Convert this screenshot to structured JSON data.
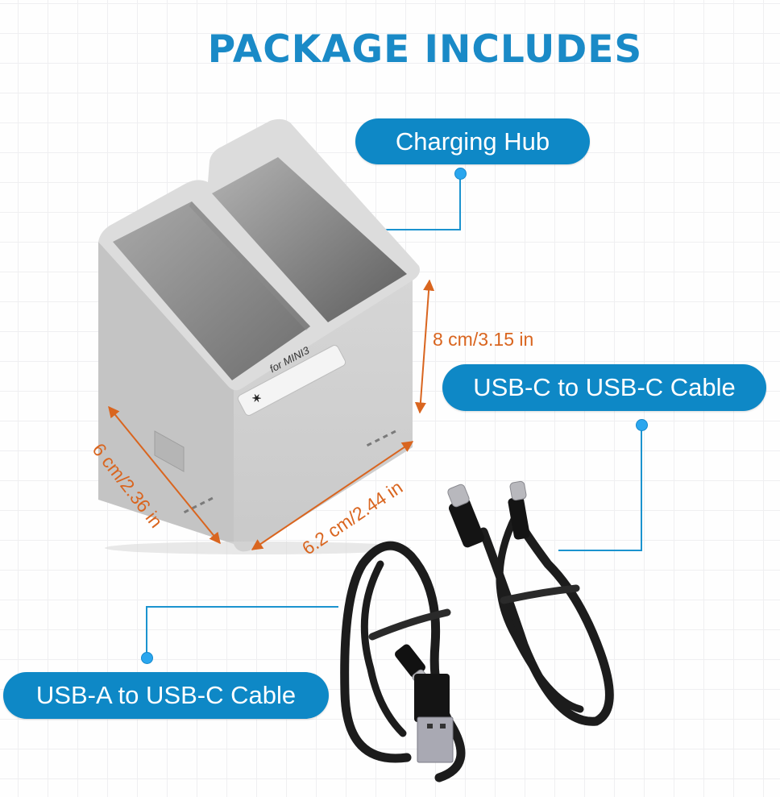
{
  "header": {
    "title": "PACKAGE INCLUDES"
  },
  "callouts": [
    {
      "id": "charging-hub",
      "label": "Charging Hub"
    },
    {
      "id": "usb-c-cable",
      "label": "USB-C to USB-C Cable"
    },
    {
      "id": "usb-a-cable",
      "label": "USB-A to USB-C Cable"
    }
  ],
  "dimensions": {
    "height": "8 cm/3.15 in",
    "depth": "6 cm/2.36 in",
    "width": "6.2 cm/2.44 in"
  },
  "product": {
    "hub_label": "for MINI3",
    "brand_mark": "logo"
  },
  "colors": {
    "accent": "#0e88c6",
    "title": "#1a8ac7",
    "dimension": "#d9651f",
    "connector": "#1b93cf",
    "hub_body": "#cfcfcf"
  }
}
